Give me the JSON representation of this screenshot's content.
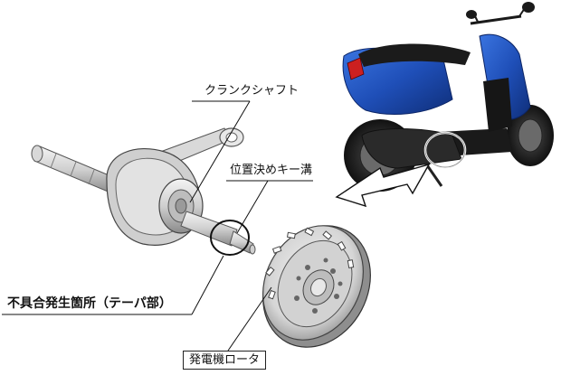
{
  "labels": {
    "crankshaft": "クランクシャフト",
    "key_groove": "位置決めキー溝",
    "defect_location": "不具合発生箇所（テーパ部）",
    "rotor": "発電機ロータ"
  },
  "colors": {
    "scooter_body": "#1f4fb8",
    "scooter_dark": "#1a1a1a",
    "metal_light": "#e6e6e6",
    "metal_mid": "#c4c4c4",
    "metal_dark": "#7a7a7a",
    "leader_line": "#111111"
  }
}
